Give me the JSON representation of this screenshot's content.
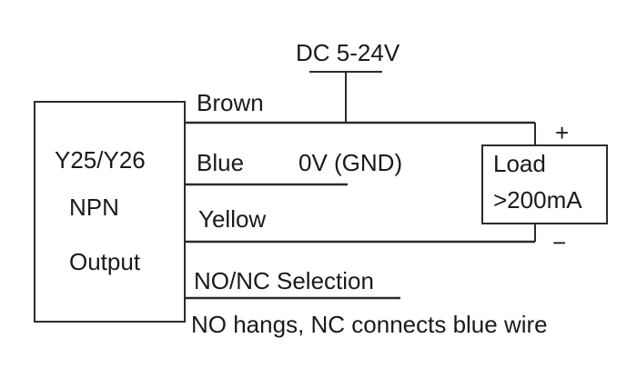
{
  "supply": {
    "label": "DC 5-24V"
  },
  "sensor": {
    "model": "Y25/Y26",
    "type": "NPN",
    "output": "Output"
  },
  "wires": {
    "brown": "Brown",
    "blue": "Blue",
    "blue_note": "0V (GND)",
    "yellow": "Yellow",
    "selection": "NO/NC Selection",
    "selection_note": "NO hangs, NC connects blue wire"
  },
  "load": {
    "line1": "Load",
    "line2": ">200mA",
    "plus": "+",
    "minus": "−"
  }
}
